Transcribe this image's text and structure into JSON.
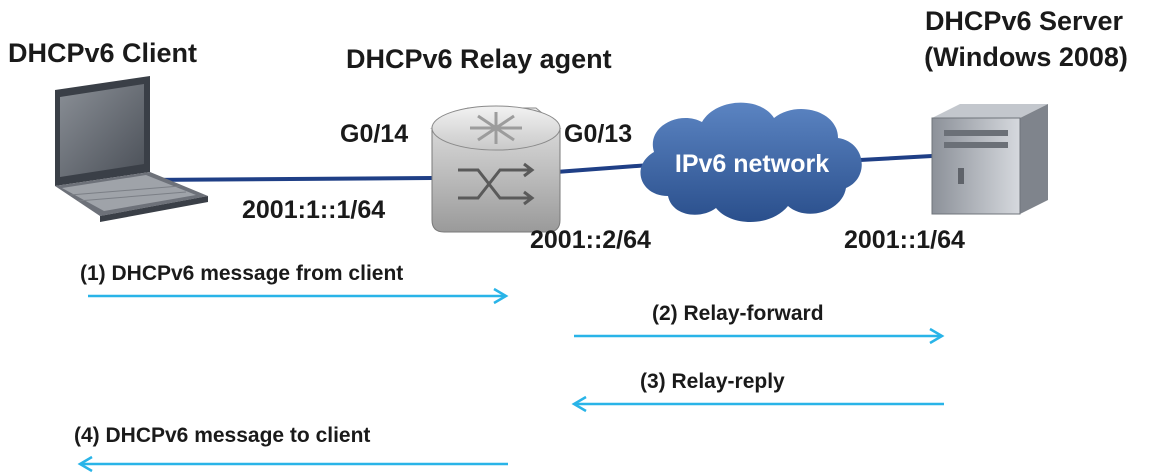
{
  "nodes": {
    "client": {
      "title": "DHCPv6 Client"
    },
    "relay": {
      "title": "DHCPv6 Relay agent",
      "port_client": "G0/14",
      "port_server": "G0/13",
      "ip_client_side": "2001:1::1/64",
      "ip_server_side": "2001::2/64"
    },
    "cloud": {
      "label": "IPv6 network"
    },
    "server": {
      "title_line1": "DHCPv6 Server",
      "title_line2": "(Windows 2008)",
      "ip": "2001::1/64"
    }
  },
  "messages": [
    {
      "label": "(1) DHCPv6 message from client"
    },
    {
      "label": "(2) Relay-forward"
    },
    {
      "label": "(3) Relay-reply"
    },
    {
      "label": "(4) DHCPv6 message to client"
    }
  ],
  "colors": {
    "link": "#1f3f86",
    "arrow": "#29b4e8",
    "cloud": "#355d9c",
    "text": "#1a1a1a"
  },
  "icons": {
    "client": "laptop-icon",
    "relay": "switch-icon",
    "cloud": "cloud-icon",
    "server": "server-tower-icon"
  }
}
